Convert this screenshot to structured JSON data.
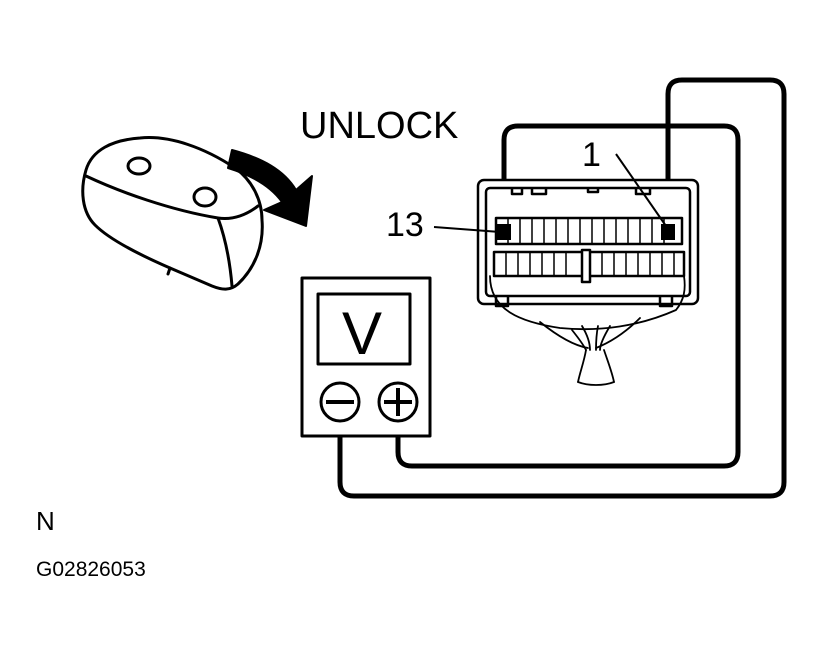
{
  "labels": {
    "unlock": "UNLOCK",
    "pin_1": "1",
    "pin_13": "13",
    "voltmeter": "V",
    "corner_letter": "N",
    "figure_code": "G02826053"
  },
  "icons": {
    "key_fob": "key-fob-icon",
    "arrow": "curved-arrow-icon",
    "voltmeter": "voltmeter-icon",
    "negative_terminal": "minus-terminal-icon",
    "positive_terminal": "plus-terminal-icon",
    "connector": "connector-icon"
  },
  "colors": {
    "ink": "#000000",
    "background": "#ffffff"
  }
}
